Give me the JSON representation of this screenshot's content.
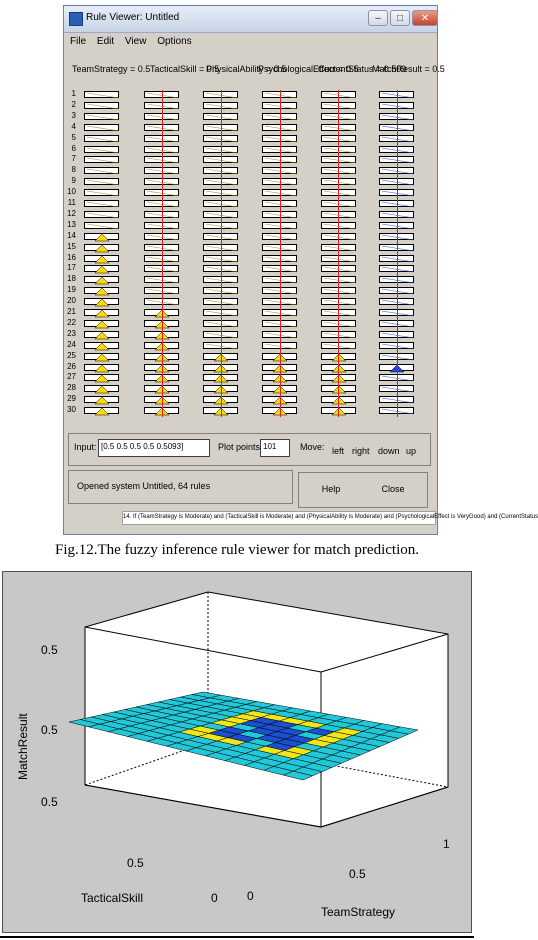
{
  "window": {
    "title": "Rule Viewer: Untitled",
    "controls": [
      "–",
      "□",
      "✕"
    ],
    "menu": [
      "File",
      "Edit",
      "View",
      "Options"
    ]
  },
  "variables": [
    "TeamStrategy = 0.5",
    "TacticalSkill = 0.5",
    "PhysicalAbility = 0.5",
    "PsychologicalEffect = 0.5",
    "CurrentStatus = 0.509",
    "MatchResult = 0.5"
  ],
  "rule_numbers": [
    "1",
    "2",
    "3",
    "4",
    "5",
    "6",
    "7",
    "8",
    "9",
    "10",
    "11",
    "12",
    "13",
    "14",
    "15",
    "16",
    "17",
    "18",
    "19",
    "20",
    "21",
    "22",
    "23",
    "24",
    "25",
    "26",
    "27",
    "28",
    "29",
    "30"
  ],
  "input_bar": {
    "input_label": "Input:",
    "input_value": "[0.5 0.5 0.5 0.5 0.5093]",
    "plot_points_label": "Plot points:",
    "plot_points_value": "101",
    "move_label": "Move:",
    "left": "left",
    "right": "right",
    "down": "down",
    "up": "up"
  },
  "status_text": "Opened system Untitled, 64 rules",
  "help_label": "Help",
  "close_label": "Close",
  "rule_text": "14. If (TeamStrategy is Moderate) and (TacticalSkill is Moderate) and (PhysicalAbility is Moderate) and (PsychologicalEffect is VeryGood) and (CurrentStatus",
  "caption": "Fig.12.The fuzzy inference rule viewer for match prediction.",
  "surface": {
    "z_label": "MatchResult",
    "x_label": "TacticalSkill",
    "y_label": "TeamStrategy",
    "z_ticks": [
      "0.5",
      "0.5",
      "0.5"
    ],
    "x_ticks": [
      "0.5",
      "0"
    ],
    "y_ticks": [
      "0",
      "0.5",
      "1"
    ]
  },
  "colors": {
    "membership_fill": "#ffd800",
    "output_fill": "#2244dd",
    "input_line": "#e02020",
    "output_line": "#2050e0",
    "surface_base": "#22c8d8",
    "surface_dark": "#1a4fd0",
    "surface_yellow": "#f2e61a"
  }
}
